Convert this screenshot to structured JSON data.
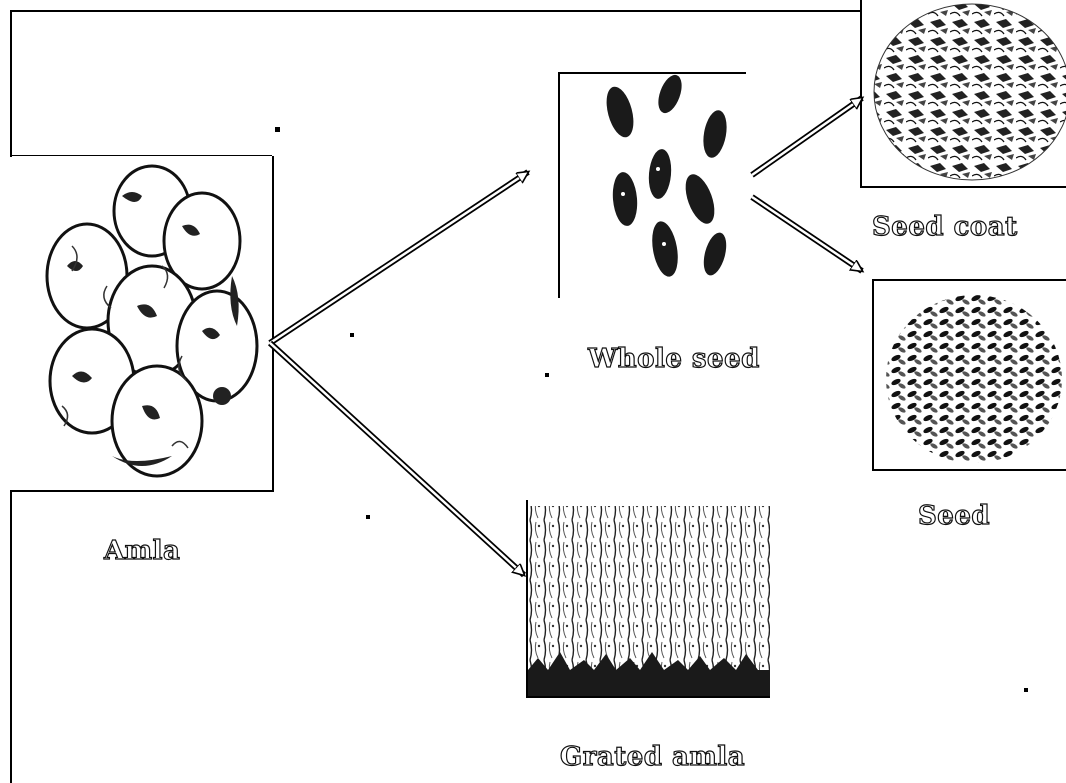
{
  "diagram": {
    "nodes": [
      {
        "id": "amla",
        "label": "Amla",
        "image": "amla-fruits-photo"
      },
      {
        "id": "whole_seed",
        "label": "Whole seed",
        "image": "whole-seed-photo"
      },
      {
        "id": "seed_coat",
        "label": "Seed coat",
        "image": "seed-coat-photo"
      },
      {
        "id": "seed",
        "label": "Seed",
        "image": "seed-photo"
      },
      {
        "id": "grated_amla",
        "label": "Grated amla",
        "image": "grated-amla-photo"
      }
    ],
    "edges": [
      {
        "from": "amla",
        "to": "whole_seed"
      },
      {
        "from": "amla",
        "to": "grated_amla"
      },
      {
        "from": "whole_seed",
        "to": "seed_coat"
      },
      {
        "from": "whole_seed",
        "to": "seed"
      }
    ]
  }
}
